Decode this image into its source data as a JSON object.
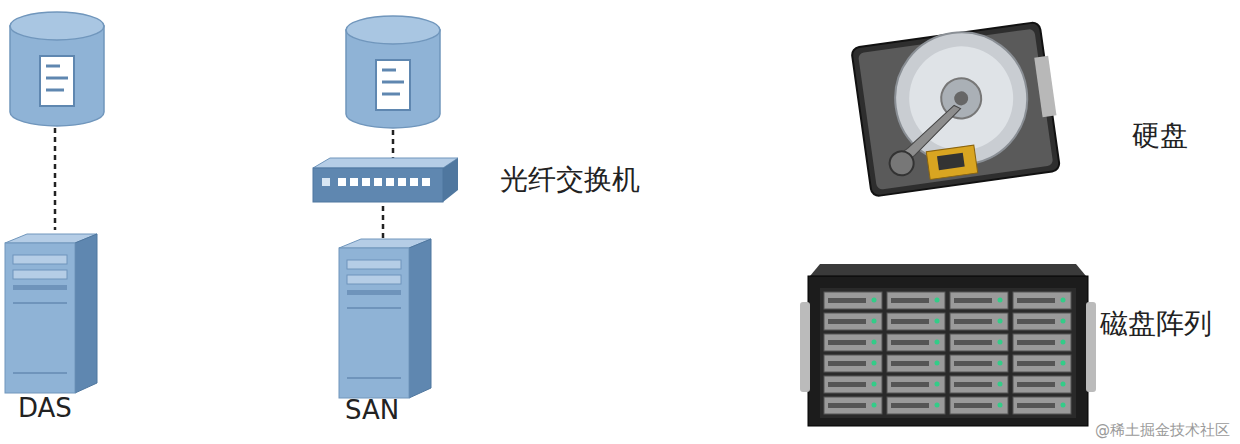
{
  "diagram": {
    "nodes": [
      {
        "text": [
          "DAS"
        ]
      },
      {
        "text": [
          "光纤交换机"
        ]
      },
      {
        "text": [
          "SAN"
        ]
      },
      {
        "text": [
          "硬盘"
        ]
      },
      {
        "text": [
          "磁盘阵列"
        ]
      }
    ],
    "edges": [
      {
        "from": 1,
        "to": 2,
        "arrow": "none"
      }
    ],
    "labels": [
      "@稀土掘金技术社区"
    ]
  }
}
